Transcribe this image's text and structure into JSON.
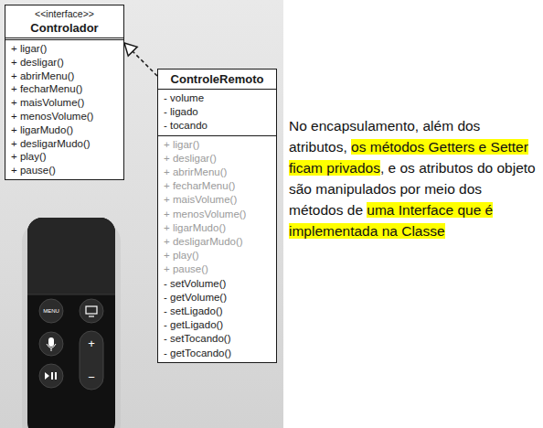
{
  "diagram": {
    "nodes": [
      {
        "text": [
          "<<interface>>",
          "Controlador",
          "+ ligar()",
          "+ desligar()",
          "+ abrirMenu()",
          "+ fecharMenu()",
          "+ maisVolume()",
          "+ menosVolume()",
          "+ ligarMudo()",
          "+ desligarMudo()",
          "+ play()",
          "+ pause()"
        ]
      },
      {
        "text": [
          "ControleRemoto",
          "- volume",
          "- ligado",
          "- tocando",
          "+ ligar()",
          "+ desligar()",
          "+ abrirMenu()",
          "+ fecharMenu()",
          "+ maisVolume()",
          "+ menosVolume()",
          "+ ligarMudo()",
          "+ desligarMudo()",
          "+ play()",
          "+ pause()",
          "- setVolume()",
          "- getVolume()",
          "- setLigado()",
          "- getLigado()",
          "- setTocando()",
          "- getTocando()"
        ]
      }
    ],
    "edges": [
      {
        "from": 1,
        "to": 0,
        "arrow": "to"
      }
    ],
    "labels": [
      "MENU",
      "+",
      "−",
      "No encapsulamento, além dos atributos, ",
      "os métodos Getters e Setter ficam privados",
      ", e os atributos do objeto são manipulados por meio dos métodos de ",
      "uma Interface que é implementada na Classe"
    ]
  }
}
